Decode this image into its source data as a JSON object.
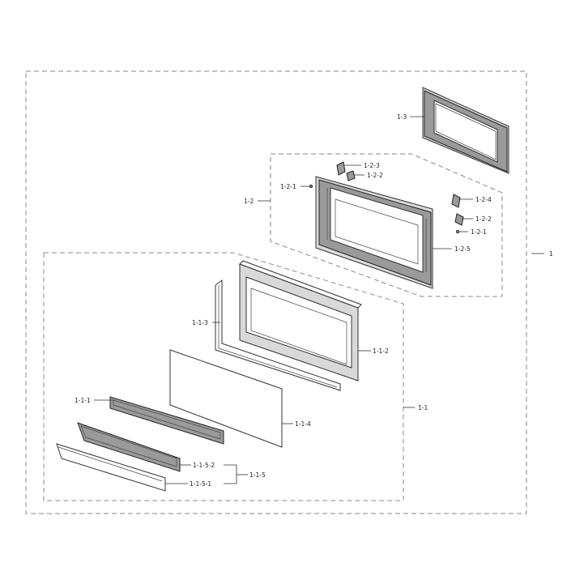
{
  "labels": {
    "l1": "1",
    "l1_1": "1-1",
    "l1_1_1": "1-1-1",
    "l1_1_2": "1-1-2",
    "l1_1_3": "1-1-3",
    "l1_1_4": "1-1-4",
    "l1_1_5": "1-1-5",
    "l1_1_5_1": "1-1-5-1",
    "l1_1_5_2": "1-1-5-2",
    "l1_2": "1-2",
    "l1_2_1a": "1-2-1",
    "l1_2_1b": "1-2-1",
    "l1_2_2a": "1-2-2",
    "l1_2_2b": "1-2-2",
    "l1_2_3": "1-2-3",
    "l1_2_4": "1-2-4",
    "l1_2_5": "1-2-5",
    "l1_3": "1-3"
  }
}
